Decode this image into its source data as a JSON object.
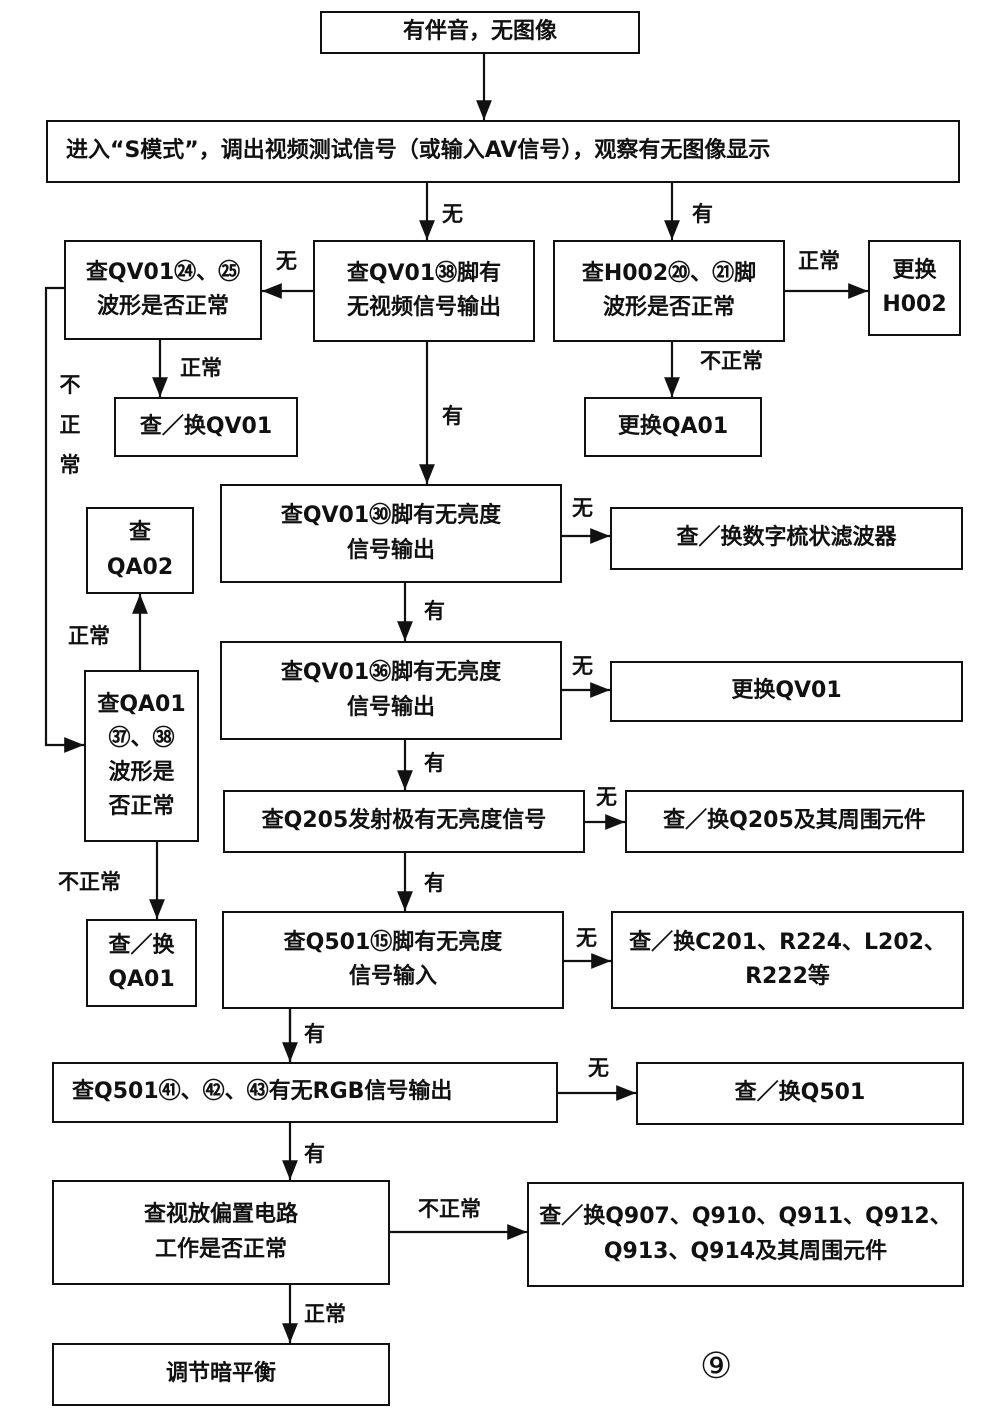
{
  "nodes": {
    "start": "有伴音，无图像",
    "s_mode": "进入“S模式”，调出视频测试信号（或输入AV信号），观察有无图像显示",
    "check_qv01_38": "查QV01㊳脚有\n无视频信号输出",
    "check_qv01_24_25": "查QV01㉔、㉕\n波形是否正常",
    "check_h002": "查H002⑳、㉑脚\n波形是否正常",
    "replace_h002": "更换\nH002",
    "replace_qa01_a": "更换QA01",
    "check_replace_qv01_a": "查／换QV01",
    "check_qa02": "查\nQA02",
    "check_qv01_30": "查QV01㉚脚有无亮度\n信号输出",
    "check_comb_filter": "查／换数字梳状滤波器",
    "check_qv01_36": "查QV01㊱脚有无亮度\n信号输出",
    "replace_qv01": "更换QV01",
    "check_qa01_37_38": "查QA01\n㊲、㊳\n波形是\n否正常",
    "check_q205": "查Q205发射极有无亮度信号",
    "check_replace_q205": "查／换Q205及其周围元件",
    "check_replace_qa01": "查／换\nQA01",
    "check_q501_15": "查Q501⑮脚有无亮度\n信号输入",
    "check_replace_c201": "查／换C201、R224、L202、\nR222等",
    "check_q501_rgb": "查Q501㊶、㊷、㊸有无RGB信号输出",
    "check_replace_q501": "查／换Q501",
    "check_bias": "查视放偏置电路\n工作是否正常",
    "check_replace_q907": "查／换Q907、Q910、Q911、Q912、\nQ913、Q914及其周围元件",
    "adjust_dark_balance": "调节暗平衡"
  },
  "labels": {
    "no_1": "无",
    "yes_1": "有",
    "no_2": "无",
    "normal_1": "正常",
    "abnormal_1": "不正常",
    "normal_2": "正常",
    "abnormal_vert": "不正常",
    "yes_2": "有",
    "no_3": "无",
    "yes_3": "有",
    "no_4": "无",
    "normal_3": "正常",
    "yes_4": "有",
    "no_5": "无",
    "abnormal_2": "不正常",
    "yes_5": "有",
    "no_6": "无",
    "yes_6": "有",
    "no_7": "无",
    "yes_7": "有",
    "abnormal_3": "不正常",
    "normal_4": "正常"
  },
  "page_mark": "⑨"
}
